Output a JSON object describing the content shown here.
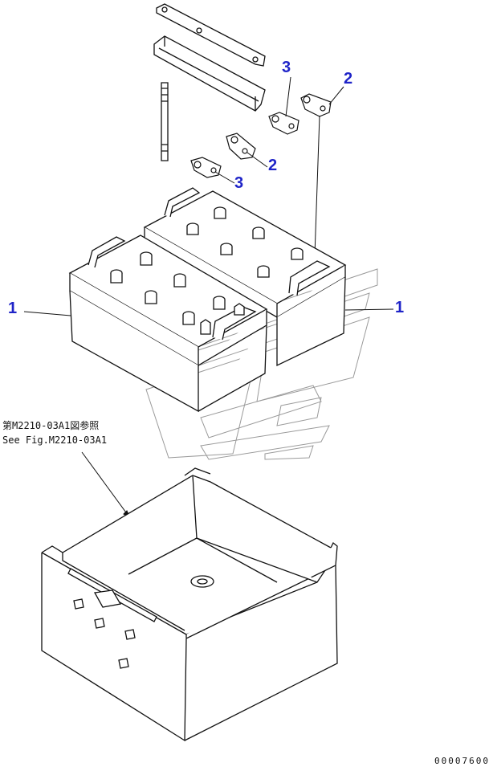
{
  "callouts": [
    {
      "id": "battery-left",
      "label": "1"
    },
    {
      "id": "battery-right",
      "label": "1"
    },
    {
      "id": "terminal-clamp-a",
      "label": "2"
    },
    {
      "id": "terminal-clamp-b",
      "label": "2"
    },
    {
      "id": "terminal-clamp-c",
      "label": "3"
    },
    {
      "id": "terminal-clamp-d",
      "label": "3"
    }
  ],
  "reference_note": {
    "line1": "第M2210-03A1図参照",
    "line2": "See Fig.M2210-03A1"
  },
  "drawing_number": "00007600",
  "colors": {
    "callout": "#1f24c8",
    "line": "#111111",
    "watermark": "#9a9a9a"
  }
}
